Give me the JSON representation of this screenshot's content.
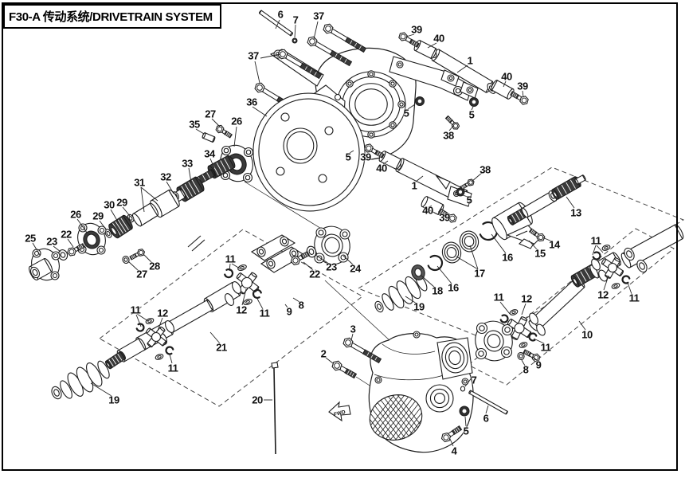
{
  "page": {
    "title": "F30-A 传动系统/DRIVETRAIN SYSTEM",
    "fwd_label": "FWD"
  },
  "callouts": [
    [
      "6",
      352,
      18
    ],
    [
      "7",
      371,
      25
    ],
    [
      "37",
      400,
      20
    ],
    [
      "37",
      318,
      70
    ],
    [
      "39",
      523,
      37
    ],
    [
      "40",
      551,
      48
    ],
    [
      "1",
      590,
      76
    ],
    [
      "40",
      636,
      96
    ],
    [
      "39",
      656,
      108
    ],
    [
      "36",
      316,
      128
    ],
    [
      "27",
      264,
      143
    ],
    [
      "35",
      244,
      156
    ],
    [
      "26",
      297,
      152
    ],
    [
      "5",
      510,
      142
    ],
    [
      "5",
      592,
      144
    ],
    [
      "38",
      563,
      170
    ],
    [
      "34",
      263,
      193
    ],
    [
      "33",
      235,
      205
    ],
    [
      "32",
      208,
      222
    ],
    [
      "31",
      175,
      229
    ],
    [
      "5",
      437,
      197
    ],
    [
      "39",
      459,
      197
    ],
    [
      "40",
      479,
      211
    ],
    [
      "1",
      520,
      233
    ],
    [
      "38",
      609,
      213
    ],
    [
      "5",
      589,
      251
    ],
    [
      "40",
      537,
      264
    ],
    [
      "39",
      558,
      273
    ],
    [
      "13",
      723,
      267
    ],
    [
      "29",
      153,
      254
    ],
    [
      "30",
      137,
      257
    ],
    [
      "29",
      123,
      271
    ],
    [
      "26",
      95,
      269
    ],
    [
      "22",
      83,
      294
    ],
    [
      "23",
      65,
      303
    ],
    [
      "25",
      38,
      299
    ],
    [
      "28",
      194,
      334
    ],
    [
      "27",
      178,
      344
    ],
    [
      "14",
      696,
      307
    ],
    [
      "15",
      678,
      318
    ],
    [
      "16",
      637,
      323
    ],
    [
      "17",
      602,
      343
    ],
    [
      "16",
      569,
      361
    ],
    [
      "18",
      549,
      365
    ],
    [
      "19",
      526,
      385
    ],
    [
      "11",
      626,
      373
    ],
    [
      "12",
      661,
      375
    ],
    [
      "11",
      748,
      302
    ],
    [
      "12",
      757,
      370
    ],
    [
      "11",
      796,
      374
    ],
    [
      "10",
      737,
      420
    ],
    [
      "11",
      289,
      325
    ],
    [
      "23",
      416,
      335
    ],
    [
      "24",
      446,
      337
    ],
    [
      "22",
      395,
      344
    ],
    [
      "8",
      378,
      383
    ],
    [
      "9",
      363,
      391
    ],
    [
      "12",
      303,
      389
    ],
    [
      "11",
      332,
      393
    ],
    [
      "3",
      443,
      413
    ],
    [
      "2",
      406,
      444
    ],
    [
      "11",
      170,
      389
    ],
    [
      "12",
      204,
      393
    ],
    [
      "21",
      278,
      436
    ],
    [
      "11",
      217,
      462
    ],
    [
      "19",
      143,
      502
    ],
    [
      "20",
      323,
      502
    ],
    [
      "11",
      685,
      436
    ],
    [
      "9",
      676,
      458
    ],
    [
      "8",
      660,
      464
    ],
    [
      "7",
      595,
      477
    ],
    [
      "6",
      610,
      525
    ],
    [
      "5",
      585,
      541
    ],
    [
      "4",
      570,
      566
    ]
  ]
}
